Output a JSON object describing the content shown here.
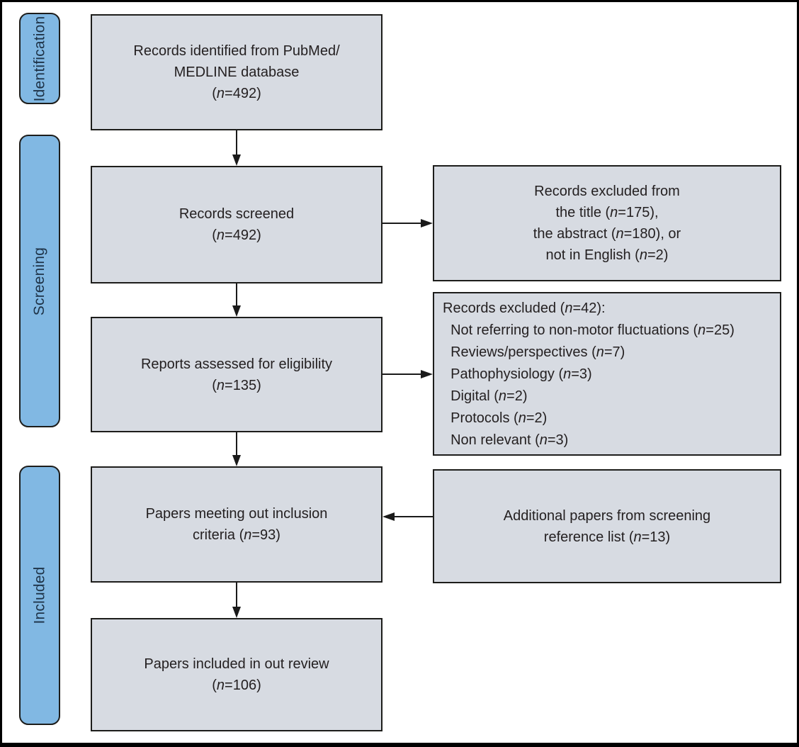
{
  "palette": {
    "box_fill": "#d7dbe2",
    "stage_fill": "#81b8e3",
    "stage_text": "#1e3348",
    "text": "#231f20",
    "arrow": "#1a1a1a"
  },
  "stages": [
    {
      "label": "Identification"
    },
    {
      "label": "Screening"
    },
    {
      "label": "Included"
    }
  ],
  "flow_boxes": [
    {
      "name": "records-identified",
      "lines": [
        "Records identified from PubMed/",
        "MEDLINE database",
        "(n=492)"
      ]
    },
    {
      "name": "records-screened",
      "lines": [
        "Records screened",
        "(n=492)"
      ]
    },
    {
      "name": "reports-assessed",
      "lines": [
        "Reports assessed for eligibility",
        "(n=135)"
      ]
    },
    {
      "name": "papers-meeting-criteria",
      "lines": [
        "Papers meeting out inclusion",
        "criteria (n=93)"
      ]
    },
    {
      "name": "papers-included-review",
      "lines": [
        "Papers included in out review",
        "(n=106)"
      ]
    }
  ],
  "side_boxes": [
    {
      "name": "records-excluded-title-abstract",
      "lines": [
        "Records excluded from",
        "the title (n=175),",
        "the abstract (n=180), or",
        "not in English (n=2)"
      ]
    },
    {
      "name": "records-excluded-eligibility",
      "lines": [
        "Records excluded (n=42):",
        "  Not referring to non-motor fluctuations (n=25)",
        "  Reviews/perspectives (n=7)",
        "  Pathophysiology (n=3)",
        "  Digital (n=2)",
        "  Protocols (n=2)",
        "  Non relevant (n=3)"
      ]
    },
    {
      "name": "additional-papers-reference-list",
      "lines": [
        "Additional papers from screening",
        "reference list (n=13)"
      ]
    }
  ]
}
